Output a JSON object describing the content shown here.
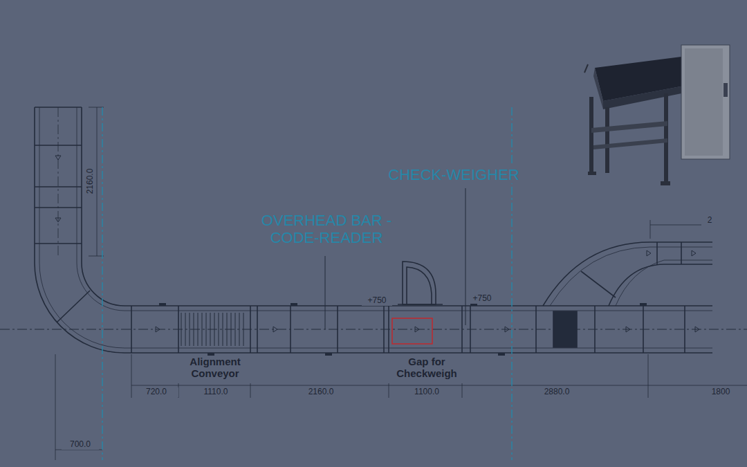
{
  "diagram": {
    "labels": [
      "CHECK-WEIGHER",
      "OVERHEAD BAR -CODE-READER",
      "2160.0",
      "+750",
      "+750",
      "Alignment Conveyor",
      "Gap for Checkweigh",
      "720.0",
      "1110.0",
      "2160.0",
      "1100.0",
      "2880.0",
      "1800",
      "700.0",
      "2"
    ]
  }
}
